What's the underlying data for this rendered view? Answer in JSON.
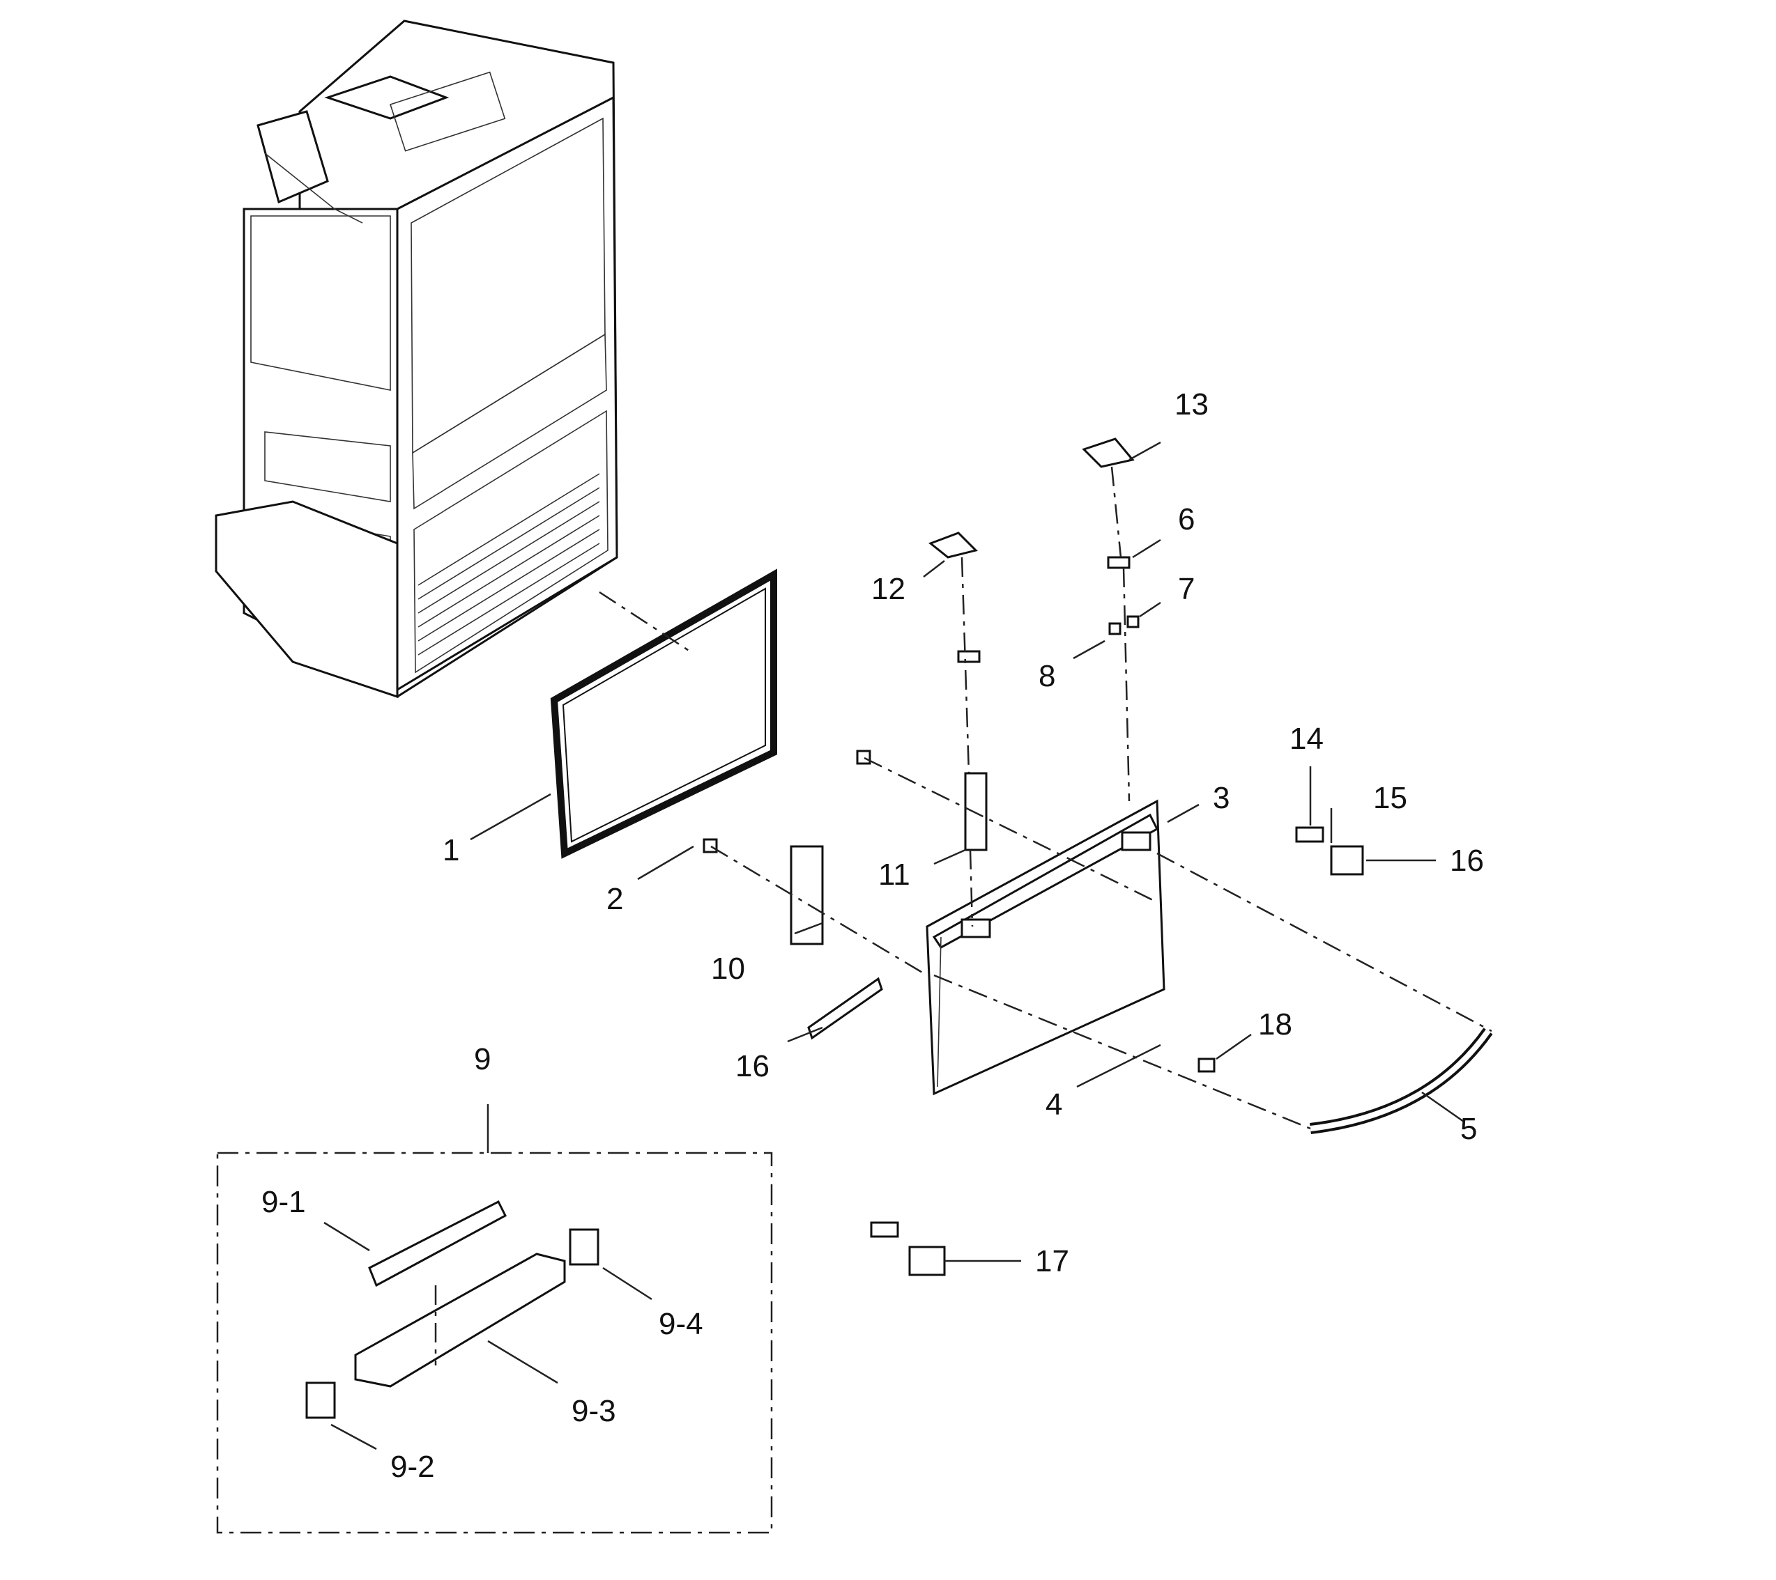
{
  "callouts": {
    "c1": "1",
    "c2": "2",
    "c3": "3",
    "c4": "4",
    "c5": "5",
    "c6": "6",
    "c7": "7",
    "c8": "8",
    "c9": "9",
    "c9_1": "9-1",
    "c9_2": "9-2",
    "c9_3": "9-3",
    "c9_4": "9-4",
    "c10": "10",
    "c11": "11",
    "c12": "12",
    "c13": "13",
    "c14": "14",
    "c15": "15",
    "c16a": "16",
    "c16b": "16",
    "c17": "17",
    "c18": "18"
  }
}
